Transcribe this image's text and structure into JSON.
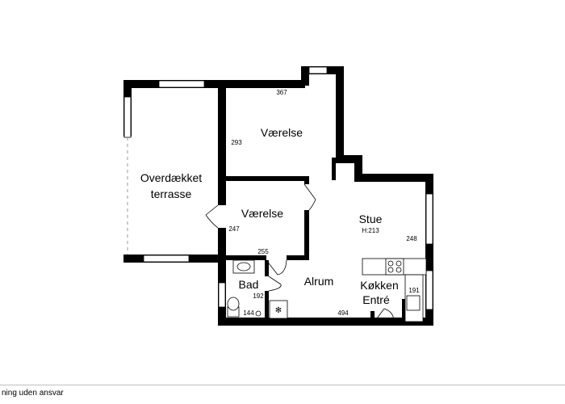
{
  "rooms": {
    "terrace_line1": "Overdækket",
    "terrace_line2": "terrasse",
    "bedroom1": "Værelse",
    "bedroom2": "Værelse",
    "living": "Stue",
    "living_height": "H:213",
    "bath": "Bad",
    "alrum": "Alrum",
    "kitchen": "Køkken",
    "entry": "Entré"
  },
  "dimensions": {
    "d367": "367",
    "d293": "293",
    "d247": "247",
    "d255": "255",
    "d248": "248",
    "d192": "192",
    "d144": "144",
    "d191": "191",
    "d494": "494"
  },
  "footer": {
    "disclaimer": "ning uden ansvar"
  }
}
